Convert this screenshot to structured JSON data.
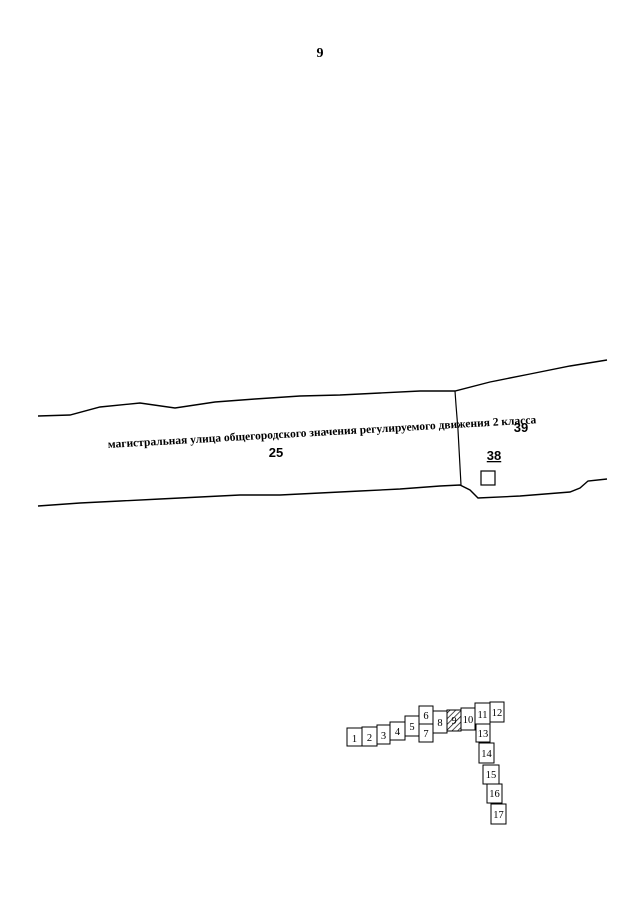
{
  "page": {
    "number": "9"
  },
  "map": {
    "street_label": "магистральная улица общегородского значения регулируемого движения 2 класса",
    "zones": [
      {
        "id": "zone-25",
        "label": "25"
      },
      {
        "id": "zone-39",
        "label": "39"
      },
      {
        "id": "zone-38",
        "label": "38"
      }
    ]
  },
  "index_grid": {
    "sheets": [
      {
        "label": "1"
      },
      {
        "label": "2"
      },
      {
        "label": "3"
      },
      {
        "label": "4"
      },
      {
        "label": "5"
      },
      {
        "label": "6"
      },
      {
        "label": "7"
      },
      {
        "label": "8"
      },
      {
        "label": "9",
        "current": true
      },
      {
        "label": "10"
      },
      {
        "label": "11"
      },
      {
        "label": "12"
      },
      {
        "label": "13"
      },
      {
        "label": "14"
      },
      {
        "label": "15"
      },
      {
        "label": "16"
      },
      {
        "label": "17"
      }
    ]
  },
  "colors": {
    "ink": "#000000",
    "paper": "#ffffff"
  }
}
